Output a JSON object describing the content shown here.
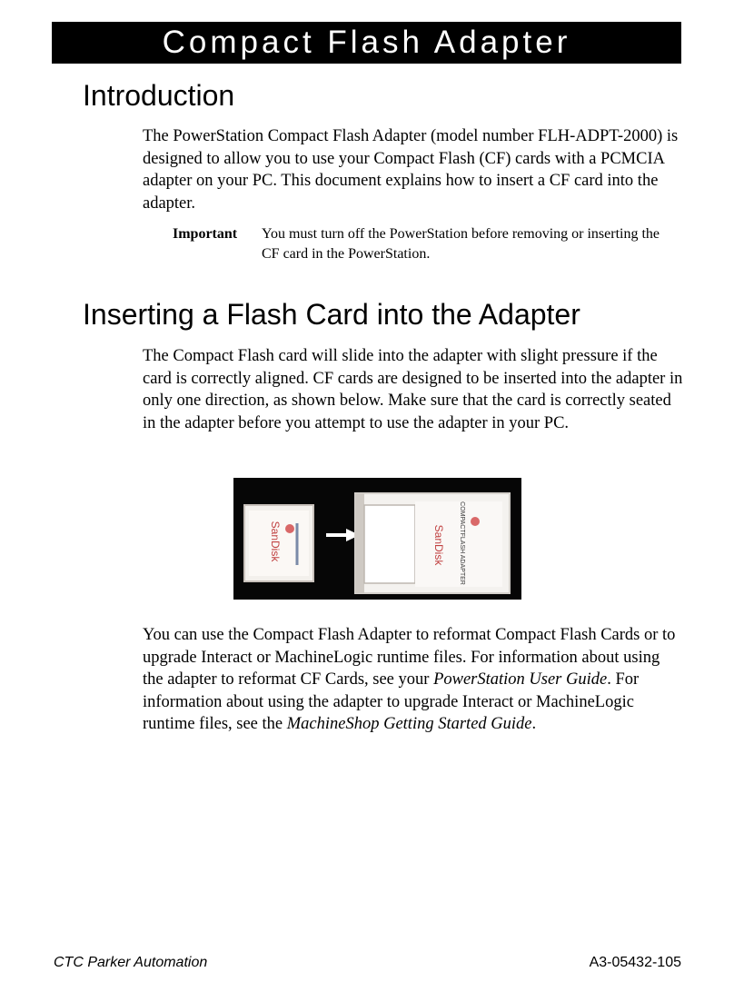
{
  "header": {
    "title": "Compact Flash Adapter"
  },
  "sections": [
    {
      "heading": "Introduction",
      "paragraph": "The PowerStation Compact Flash Adapter (model number FLH-ADPT-2000) is designed to allow you to use your Compact Flash (CF) cards with a PCMCIA adapter on your PC. This document explains how to insert a CF card into the adapter.",
      "note": {
        "label": "Important",
        "text": "You must turn off the PowerStation before removing or inserting the CF card in the PowerStation."
      }
    },
    {
      "heading": "Inserting a Flash Card into the Adapter",
      "paragraph": "The Compact Flash card will slide into the adapter with slight pressure if the card is correctly aligned. CF cards are designed to be inserted into the adapter in only one direction, as shown below. Make sure that the card is correctly seated in the adapter before you attempt to use the adapter in your PC.",
      "closing": {
        "part1": "You can use the Compact Flash Adapter to reformat Compact Flash Cards or to upgrade Interact or MachineLogic runtime files. For information about using the adapter to reformat CF Cards, see your ",
        "ref1": "PowerStation User Guide",
        "part2": ". For information about using the adapter to upgrade Interact or MachineLogic runtime files, see the ",
        "ref2": "MachineShop Getting Started Guide",
        "part3": "."
      }
    }
  ],
  "photo": {
    "card_brand": "SanDisk",
    "adapter_label": "COMPACTFLASH ADAPTER",
    "arrow_icon": "right-arrow-icon"
  },
  "footer": {
    "left": "CTC Parker Automation",
    "right": "A3-05432-105"
  }
}
